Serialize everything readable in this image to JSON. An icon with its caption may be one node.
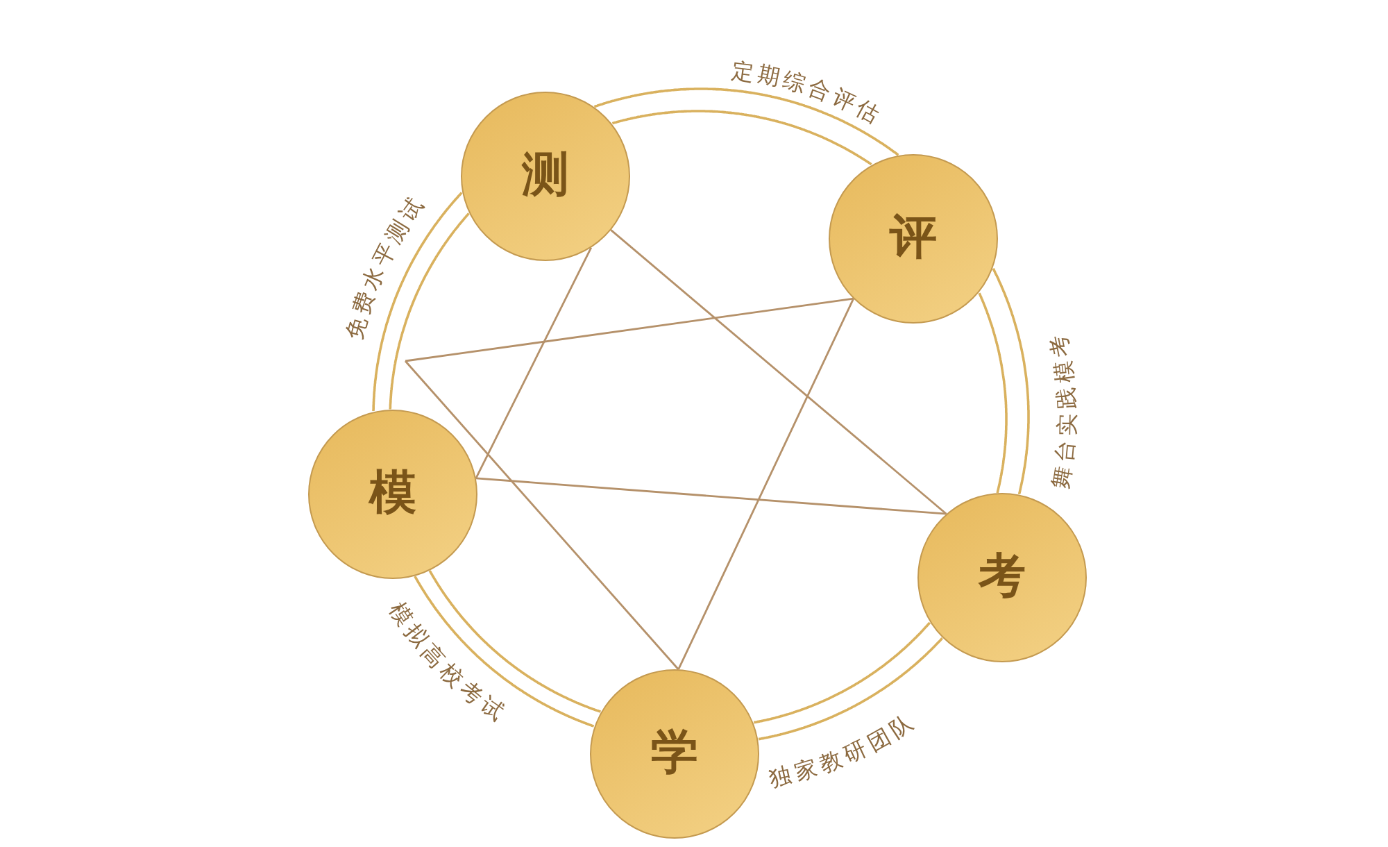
{
  "diagram": {
    "nodes": [
      {
        "text": [
          "测"
        ]
      },
      {
        "text": [
          "评"
        ]
      },
      {
        "text": [
          "考"
        ]
      },
      {
        "text": [
          "学"
        ]
      },
      {
        "text": [
          "模"
        ]
      }
    ],
    "edges": [
      {
        "from": 0,
        "to": 1,
        "arrow": "none",
        "label": "定期综合评估",
        "color": "#d9b15e"
      },
      {
        "from": 1,
        "to": 2,
        "arrow": "none",
        "label": "舞台实践模考",
        "color": "#d9b15e"
      },
      {
        "from": 2,
        "to": 3,
        "arrow": "none",
        "label": "独家教研团队",
        "color": "#d9b15e"
      },
      {
        "from": 3,
        "to": 4,
        "arrow": "none",
        "label": "模拟高校考试",
        "color": "#d9b15e"
      },
      {
        "from": 4,
        "to": 0,
        "arrow": "none",
        "label": "免费水平测试",
        "color": "#d9b15e"
      },
      {
        "from": 0,
        "to": 2,
        "arrow": "none"
      },
      {
        "from": 2,
        "to": 4,
        "arrow": "none"
      },
      {
        "from": 4,
        "to": 0,
        "arrow": "none"
      },
      {
        "from": 1,
        "to": null,
        "arrow": "none"
      },
      {
        "from": null,
        "to": 3,
        "arrow": "none"
      },
      {
        "from": 3,
        "to": 1,
        "arrow": "none"
      }
    ]
  }
}
